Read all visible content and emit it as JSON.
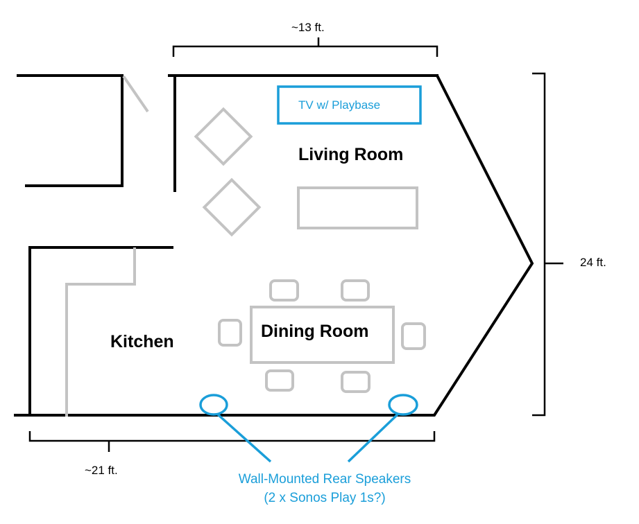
{
  "dimensions": {
    "top_width": "~13 ft.",
    "right_height": "24 ft.",
    "bottom_width": "~21 ft."
  },
  "rooms": {
    "living_room": "Living Room",
    "dining_room": "Dining Room",
    "kitchen": "Kitchen"
  },
  "tv_label": "TV w/ Playbase",
  "speakers": {
    "line1": "Wall-Mounted Rear Speakers",
    "line2": "(2 x Sonos Play 1s?)"
  },
  "colors": {
    "walls": "#000000",
    "furniture": "#c3c3c3",
    "annotation": "#1a9ed9"
  }
}
